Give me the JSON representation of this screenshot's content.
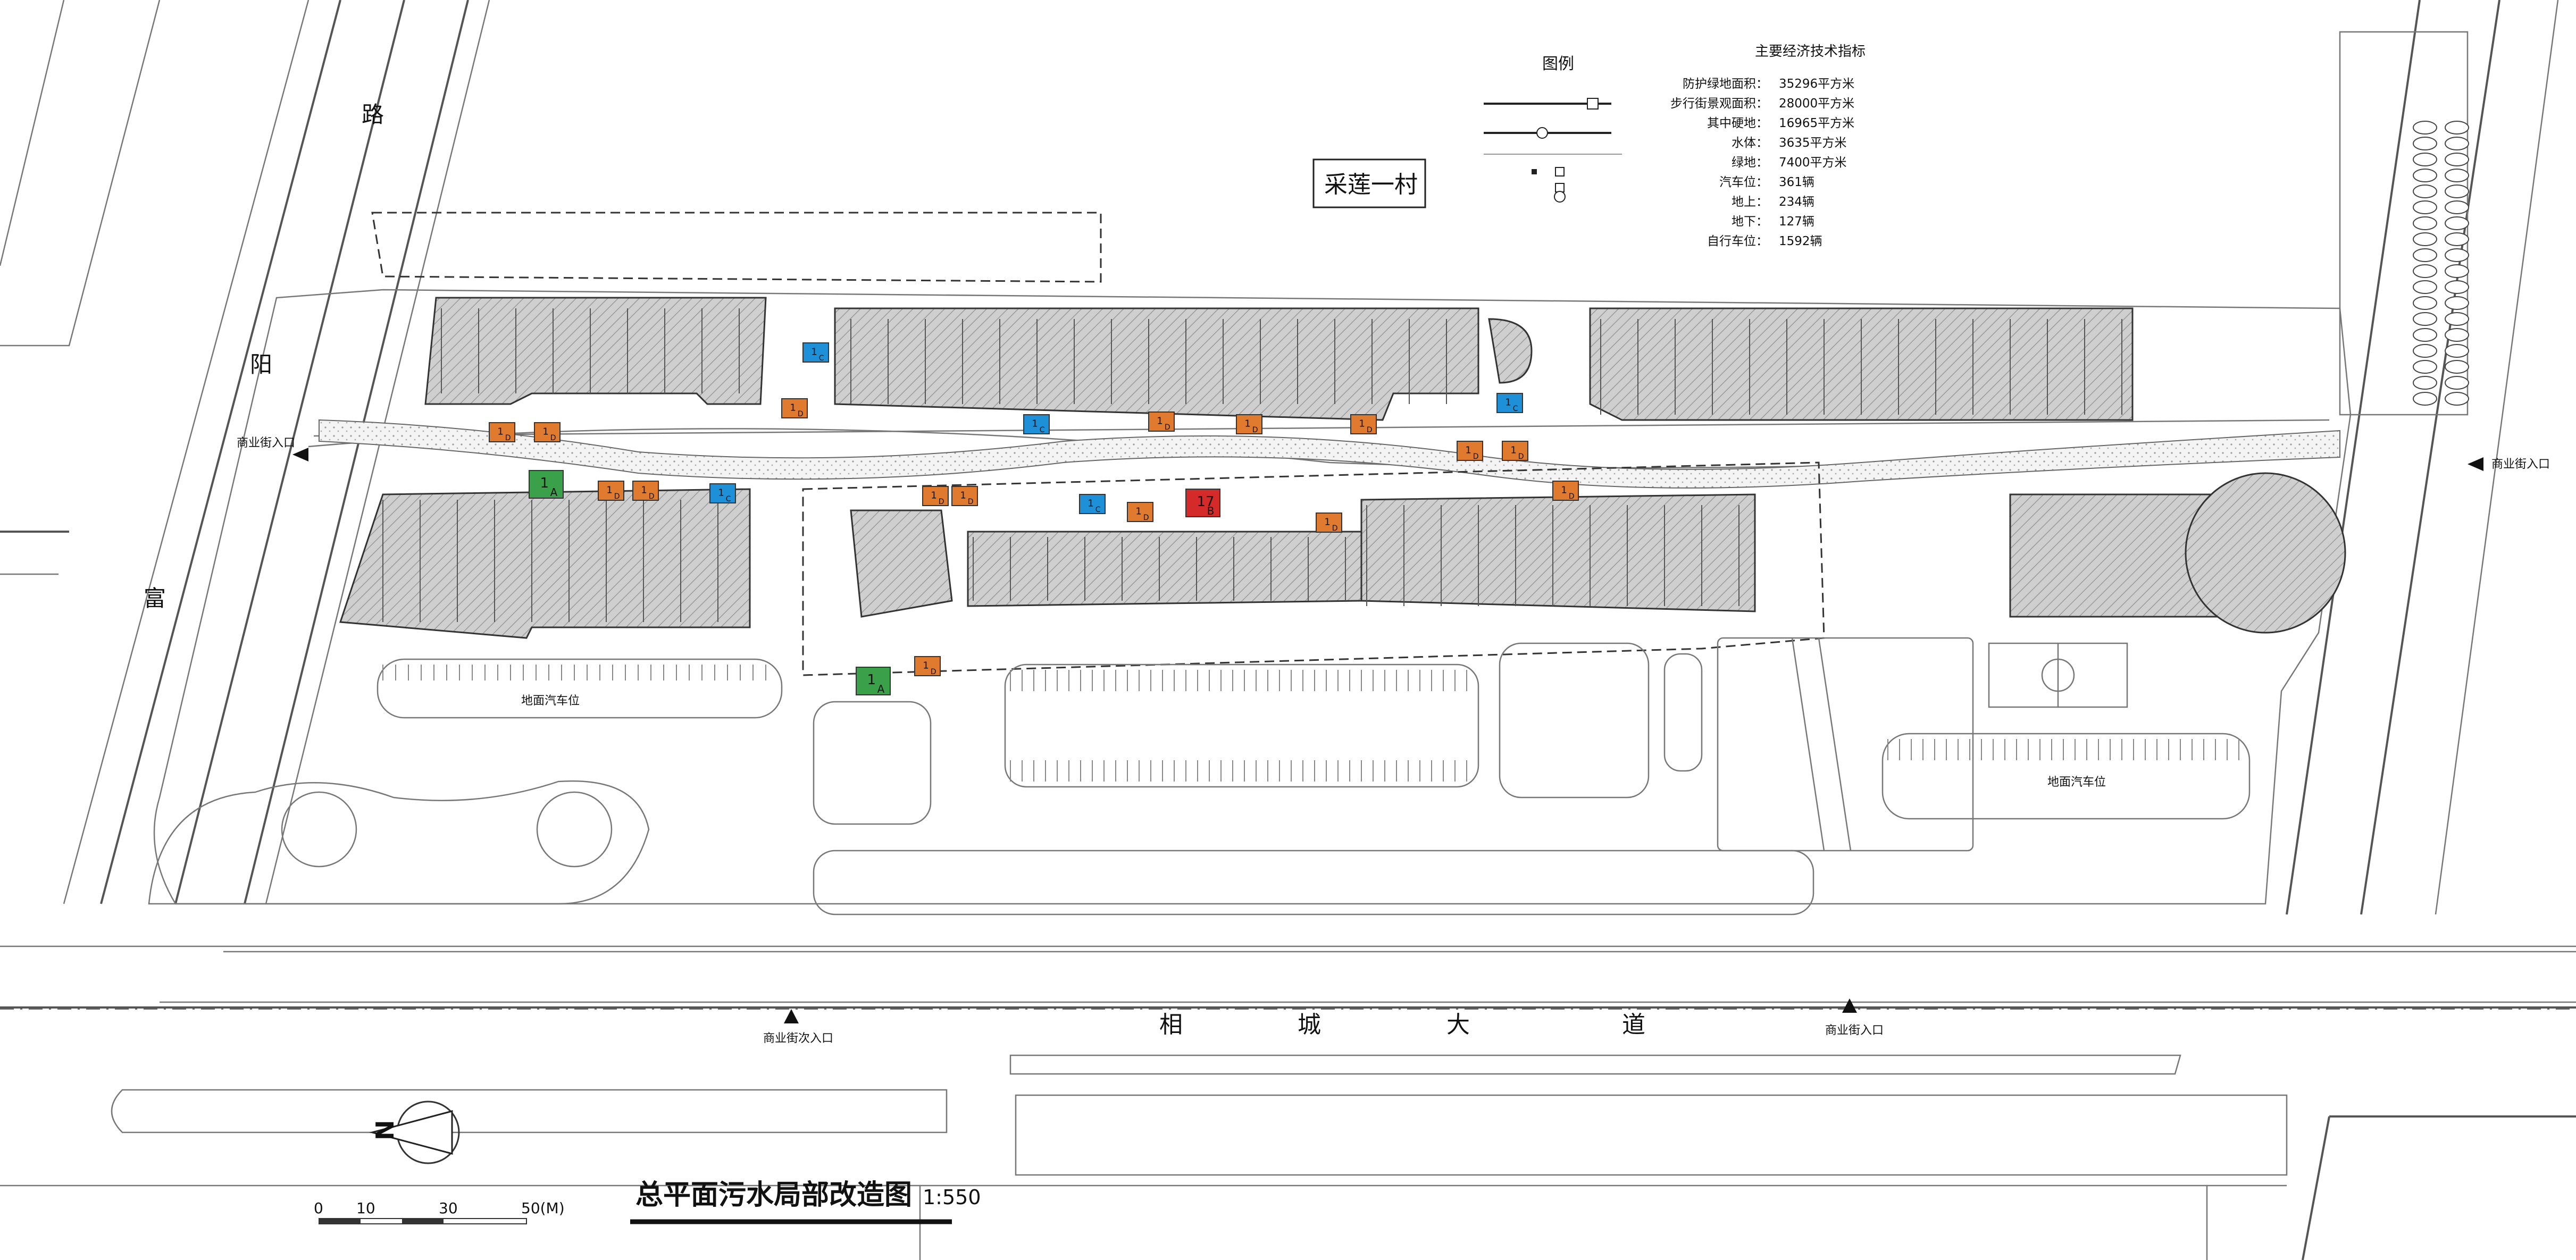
{
  "title": {
    "main": "总平面污水局部改造图",
    "scale": "1:550"
  },
  "north": {
    "label": "N"
  },
  "scale_bar": {
    "ticks": [
      "0",
      "10",
      "30",
      "50(M)"
    ]
  },
  "streets": {
    "west_road": [
      "路",
      "阳",
      "富"
    ],
    "south_road": [
      "相",
      "城",
      "大",
      "道"
    ]
  },
  "place_label": "采莲一村",
  "entrances": {
    "west": "商业街入口",
    "east": "商业街入口",
    "south_secondary": "商业街次入口",
    "south_main": "商业街入口"
  },
  "parking_labels": {
    "west": "地面汽车位",
    "east": "地面汽车位"
  },
  "indicators": {
    "title": "主要经济技术指标",
    "rows": [
      {
        "label": "防护绿地面积：",
        "value": "35296平方米"
      },
      {
        "label": "步行街景观面积：",
        "value": "28000平方米"
      },
      {
        "label": "其中硬地：",
        "value": "16965平方米"
      },
      {
        "label": "水体：",
        "value": "3635平方米"
      },
      {
        "label": "绿地：",
        "value": "7400平方米"
      },
      {
        "label": "汽车位：",
        "value": "361辆"
      },
      {
        "label": "地上：",
        "value": "234辆"
      },
      {
        "label": "地下：",
        "value": "127辆"
      },
      {
        "label": "自行车位：",
        "value": "1592辆"
      }
    ]
  },
  "legend": {
    "title": "图例"
  },
  "markers": [
    {
      "num": "1",
      "code": "A",
      "color": "#3aa14a"
    },
    {
      "num": "1",
      "code": "A",
      "color": "#3aa14a"
    },
    {
      "num": "17",
      "code": "B",
      "color": "#d42a2a"
    },
    {
      "num": "1",
      "code": "C",
      "color": "#1e90d8"
    },
    {
      "num": "1",
      "code": "C",
      "color": "#1e90d8"
    },
    {
      "num": "1",
      "code": "C",
      "color": "#1e90d8"
    },
    {
      "num": "1",
      "code": "C",
      "color": "#1e90d8"
    },
    {
      "num": "1",
      "code": "C",
      "color": "#1e90d8"
    },
    {
      "num": "1",
      "code": "D",
      "color": "#e07a2e"
    },
    {
      "num": "1",
      "code": "D",
      "color": "#e07a2e"
    },
    {
      "num": "1",
      "code": "D",
      "color": "#e07a2e"
    },
    {
      "num": "1",
      "code": "D",
      "color": "#e07a2e"
    },
    {
      "num": "1",
      "code": "D",
      "color": "#e07a2e"
    },
    {
      "num": "1",
      "code": "D",
      "color": "#e07a2e"
    },
    {
      "num": "1",
      "code": "D",
      "color": "#e07a2e"
    },
    {
      "num": "1",
      "code": "D",
      "color": "#e07a2e"
    },
    {
      "num": "1",
      "code": "D",
      "color": "#e07a2e"
    },
    {
      "num": "1",
      "code": "D",
      "color": "#e07a2e"
    },
    {
      "num": "1",
      "code": "D",
      "color": "#e07a2e"
    },
    {
      "num": "1",
      "code": "D",
      "color": "#e07a2e"
    },
    {
      "num": "1",
      "code": "D",
      "color": "#e07a2e"
    },
    {
      "num": "1",
      "code": "D",
      "color": "#e07a2e"
    },
    {
      "num": "1",
      "code": "D",
      "color": "#e07a2e"
    },
    {
      "num": "1",
      "code": "D",
      "color": "#e07a2e"
    }
  ]
}
